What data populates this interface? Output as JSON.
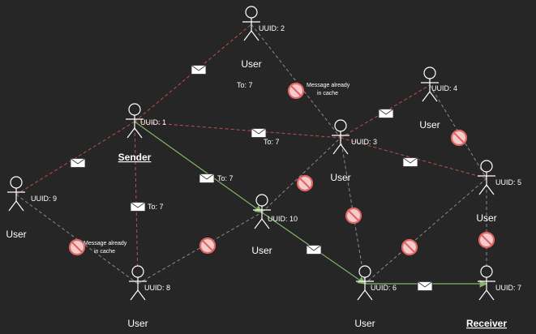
{
  "nodes": [
    {
      "id": "n1",
      "role": "Sender",
      "uuid": "UUID: 1",
      "emphasis": true
    },
    {
      "id": "n2",
      "role": "User",
      "uuid": "UUID: 2",
      "emphasis": false
    },
    {
      "id": "n3",
      "role": "User",
      "uuid": "UUID: 3",
      "emphasis": false
    },
    {
      "id": "n4",
      "role": "User",
      "uuid": "UUID: 4",
      "emphasis": false
    },
    {
      "id": "n5",
      "role": "User",
      "uuid": "UUID: 5",
      "emphasis": false
    },
    {
      "id": "n6",
      "role": "User",
      "uuid": "UUID: 6",
      "emphasis": false
    },
    {
      "id": "n7",
      "role": "Receiver",
      "uuid": "UUID: 7",
      "emphasis": true
    },
    {
      "id": "n8",
      "role": "User",
      "uuid": "UUID: 8",
      "emphasis": false
    },
    {
      "id": "n9",
      "role": "User",
      "uuid": "UUID: 9",
      "emphasis": false
    },
    {
      "id": "n10",
      "role": "User",
      "uuid": "UUID: 10",
      "emphasis": false
    }
  ],
  "edges": [
    {
      "from": "n1",
      "to": "n2",
      "style": "red"
    },
    {
      "from": "n1",
      "to": "n9",
      "style": "red"
    },
    {
      "from": "n1",
      "to": "n8",
      "style": "red"
    },
    {
      "from": "n1",
      "to": "n3",
      "style": "red"
    },
    {
      "from": "n3",
      "to": "n4",
      "style": "red"
    },
    {
      "from": "n3",
      "to": "n5",
      "style": "red"
    },
    {
      "from": "n1",
      "to": "n10",
      "style": "green"
    },
    {
      "from": "n10",
      "to": "n6",
      "style": "green"
    },
    {
      "from": "n6",
      "to": "n7",
      "style": "green"
    },
    {
      "from": "n2",
      "to": "n3",
      "style": "gray"
    },
    {
      "from": "n9",
      "to": "n8",
      "style": "gray"
    },
    {
      "from": "n8",
      "to": "n10",
      "style": "gray"
    },
    {
      "from": "n10",
      "to": "n3",
      "style": "gray"
    },
    {
      "from": "n3",
      "to": "n6",
      "style": "gray"
    },
    {
      "from": "n4",
      "to": "n5",
      "style": "gray"
    },
    {
      "from": "n5",
      "to": "n6",
      "style": "gray"
    },
    {
      "from": "n5",
      "to": "n7",
      "style": "gray"
    }
  ],
  "labels": {
    "to_top": "To: 7",
    "to_n1n3": "To: 7",
    "to_n1n10": "To: 7",
    "to_n1n8": "To: 7",
    "cache_note_top_line1": "Message already",
    "cache_note_top_line2": "in cache",
    "cache_note_left_line1": "Message already",
    "cache_note_left_line2": "in cache"
  },
  "colors": {
    "background": "#262626",
    "red_dashed": "#c0504d",
    "green_solid": "#82b366",
    "gray_dashed": "#8a8a8a",
    "stick_figure": "#ffffff",
    "blocked_icon": "#e06666"
  },
  "icons": {
    "envelope": "envelope-icon",
    "blocked": "no-entry-icon",
    "actor": "person-icon"
  }
}
